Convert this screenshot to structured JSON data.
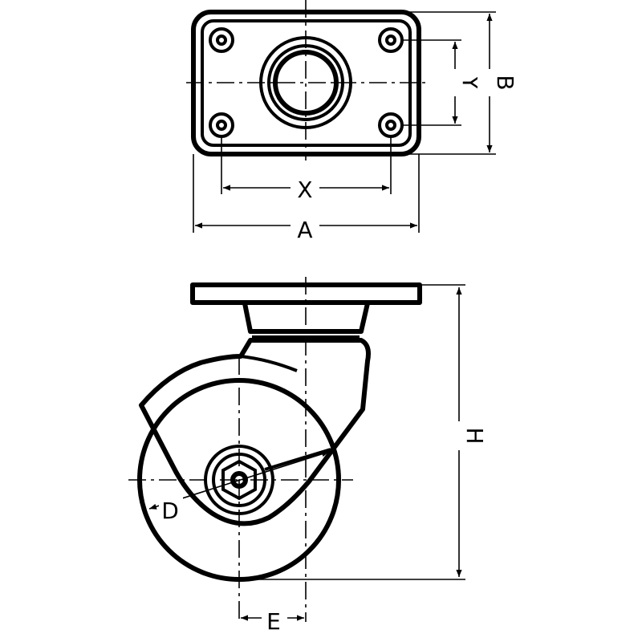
{
  "labels": {
    "A": "A",
    "B": "B",
    "X": "X",
    "Y": "Y",
    "H": "H",
    "D": "D",
    "E": "E"
  }
}
